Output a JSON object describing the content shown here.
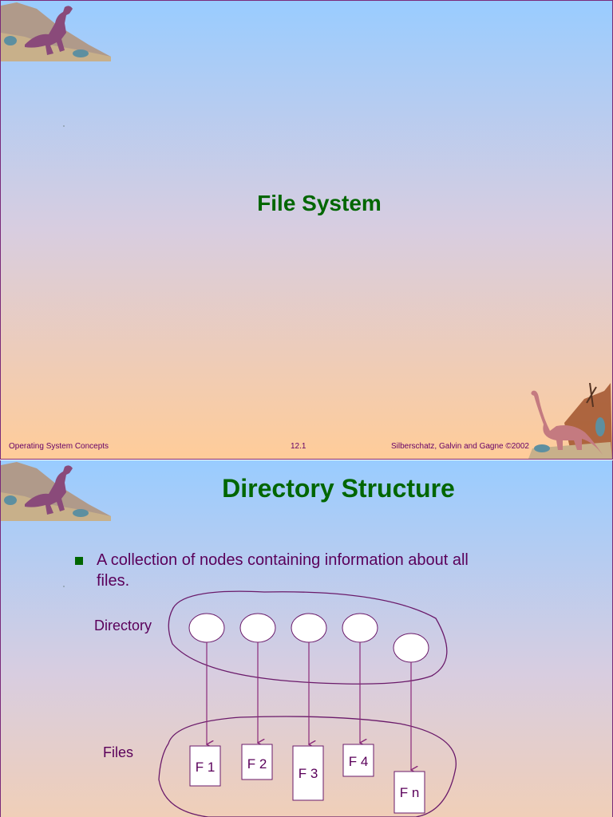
{
  "slide1": {
    "title": "File System",
    "footer_left": "Operating System Concepts",
    "footer_center": "12.1",
    "footer_right": "Silberschatz, Galvin and  Gagne ©2002"
  },
  "slide2": {
    "title": "Directory Structure",
    "bullet_line1": "A collection of nodes containing information about all",
    "bullet_line2": "files.",
    "label_directory": "Directory",
    "label_files": "Files",
    "files": [
      "F 1",
      "F 2",
      "F 3",
      "F 4",
      "F n"
    ]
  },
  "colors": {
    "title_green": "#006600",
    "text_purple": "#5a005a",
    "gradient_top": "#99ccff",
    "gradient_bottom": "#ffcc99"
  },
  "icons": [
    "dinosaur-trex-illustration",
    "dinosaur-sauropod-illustration"
  ]
}
